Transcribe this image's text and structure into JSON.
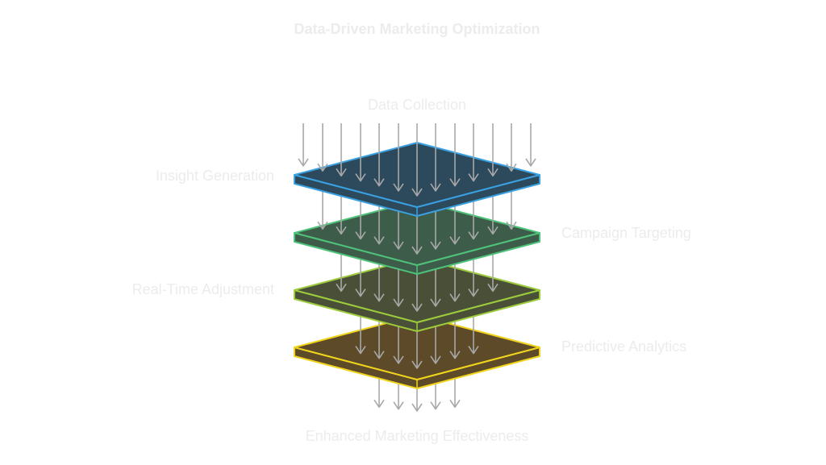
{
  "title": "Data-Driven Marketing Optimization",
  "input_label": "Data Collection",
  "output_label": "Enhanced Marketing Effectiveness",
  "layers": [
    {
      "label": "Insight Generation",
      "side": "left",
      "fill": "#2c4a5c",
      "stroke": "#3aa0e0"
    },
    {
      "label": "Campaign Targeting",
      "side": "right",
      "fill": "#3d5c4a",
      "stroke": "#4fc27a"
    },
    {
      "label": "Real-Time Adjustment",
      "side": "left",
      "fill": "#4a5038",
      "stroke": "#9ccc3c"
    },
    {
      "label": "Predictive Analytics",
      "side": "right",
      "fill": "#5c4a28",
      "stroke": "#f0d41c"
    }
  ],
  "colors": {
    "arrow": "#a8a8a8",
    "text": "#ececec"
  }
}
